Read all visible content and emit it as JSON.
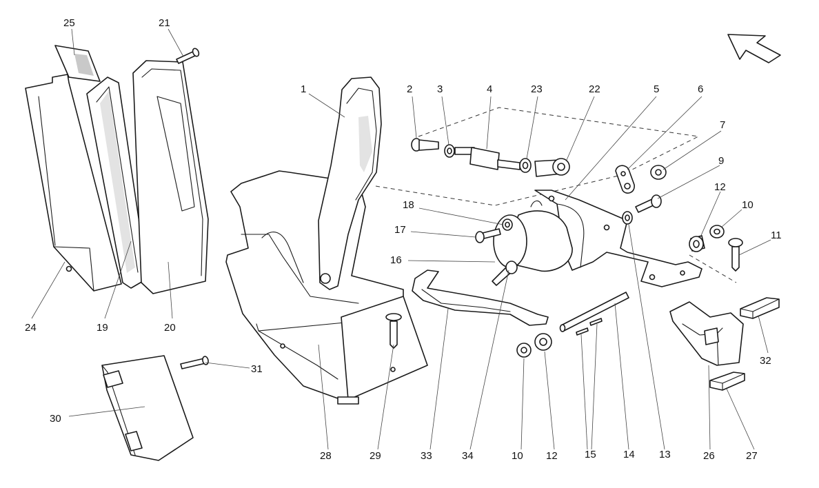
{
  "diagram": {
    "callouts": [
      {
        "id": "c1",
        "label": "1"
      },
      {
        "id": "c2",
        "label": "2"
      },
      {
        "id": "c3",
        "label": "3"
      },
      {
        "id": "c4",
        "label": "4"
      },
      {
        "id": "c5",
        "label": "5"
      },
      {
        "id": "c6",
        "label": "6"
      },
      {
        "id": "c7",
        "label": "7"
      },
      {
        "id": "c9",
        "label": "9"
      },
      {
        "id": "c10a",
        "label": "10"
      },
      {
        "id": "c10b",
        "label": "10"
      },
      {
        "id": "c11",
        "label": "11"
      },
      {
        "id": "c12a",
        "label": "12"
      },
      {
        "id": "c12b",
        "label": "12"
      },
      {
        "id": "c13",
        "label": "13"
      },
      {
        "id": "c14",
        "label": "14"
      },
      {
        "id": "c15",
        "label": "15"
      },
      {
        "id": "c16",
        "label": "16"
      },
      {
        "id": "c17",
        "label": "17"
      },
      {
        "id": "c18",
        "label": "18"
      },
      {
        "id": "c19",
        "label": "19"
      },
      {
        "id": "c20",
        "label": "20"
      },
      {
        "id": "c21",
        "label": "21"
      },
      {
        "id": "c22",
        "label": "22"
      },
      {
        "id": "c23",
        "label": "23"
      },
      {
        "id": "c24",
        "label": "24"
      },
      {
        "id": "c25",
        "label": "25"
      },
      {
        "id": "c26",
        "label": "26"
      },
      {
        "id": "c27",
        "label": "27"
      },
      {
        "id": "c28",
        "label": "28"
      },
      {
        "id": "c29",
        "label": "29"
      },
      {
        "id": "c30",
        "label": "30"
      },
      {
        "id": "c31",
        "label": "31"
      },
      {
        "id": "c32",
        "label": "32"
      },
      {
        "id": "c33",
        "label": "33"
      },
      {
        "id": "c34",
        "label": "34"
      }
    ],
    "icons": {
      "orientation_arrow": "direction-arrow-icon"
    }
  }
}
